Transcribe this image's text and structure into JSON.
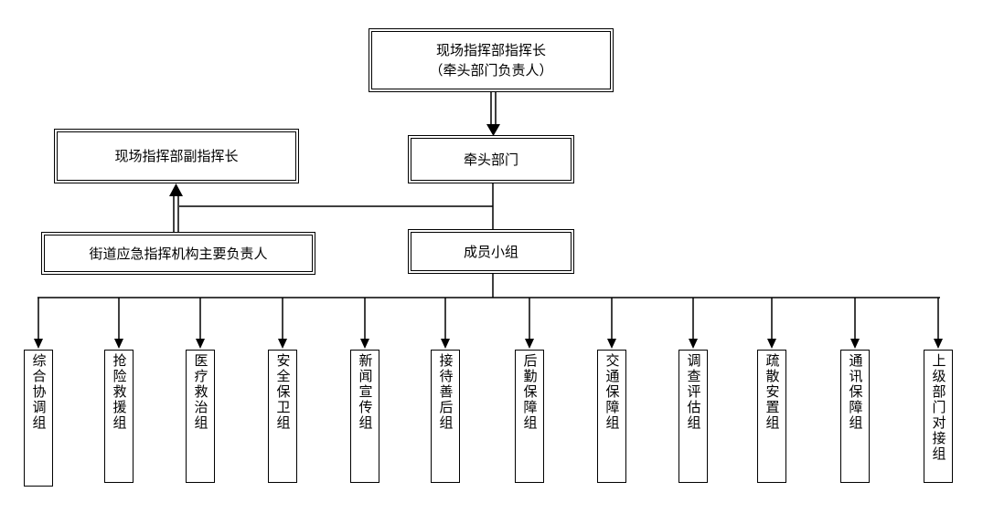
{
  "chief": {
    "line1": "现场指挥部指挥长",
    "line2": "（牵头部门负责人）"
  },
  "lead_dept": "牵头部门",
  "deputy": "现场指挥部副指挥长",
  "subdistrict": "街道应急指挥机构主要负责人",
  "members": "成员小组",
  "groups": [
    "综合协调组",
    "抢险救援组",
    "医疗救治组",
    "安全保卫组",
    "新闻宣传组",
    "接待善后组",
    "后勤保障组",
    "交通保障组",
    "调查评估组",
    "疏散安置组",
    "通讯保障组",
    "上级部门对接组"
  ]
}
